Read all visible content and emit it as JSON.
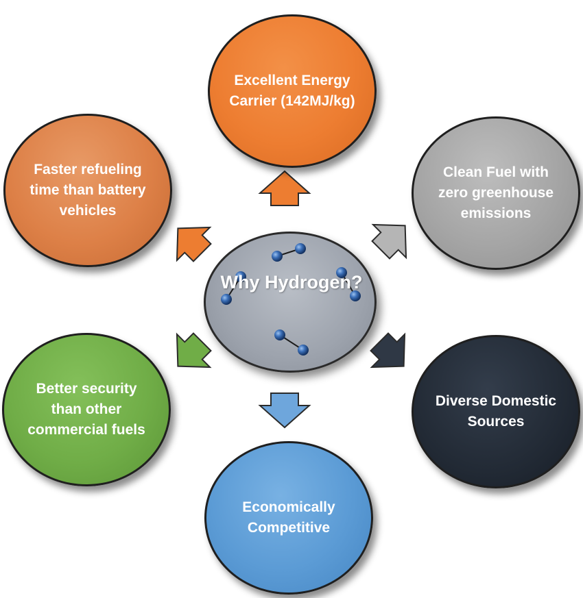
{
  "center": {
    "title": "Why Hydrogen?"
  },
  "nodes": {
    "top": {
      "label": "Excellent Energy Carrier (142MJ/kg)",
      "color": "#ed7d31"
    },
    "top_right": {
      "label": "Clean Fuel with zero greenhouse emissions",
      "color": "#a5a5a5"
    },
    "bottom_right": {
      "label": "Diverse Domestic Sources",
      "color": "#222a35"
    },
    "bottom": {
      "label": "Economically Competitive",
      "color": "#5b9bd5"
    },
    "bottom_left": {
      "label": "Better security than other commercial fuels",
      "color": "#70ad47"
    },
    "top_left": {
      "label": "Faster refueling time than battery vehicles",
      "color": "#dd8047"
    }
  }
}
